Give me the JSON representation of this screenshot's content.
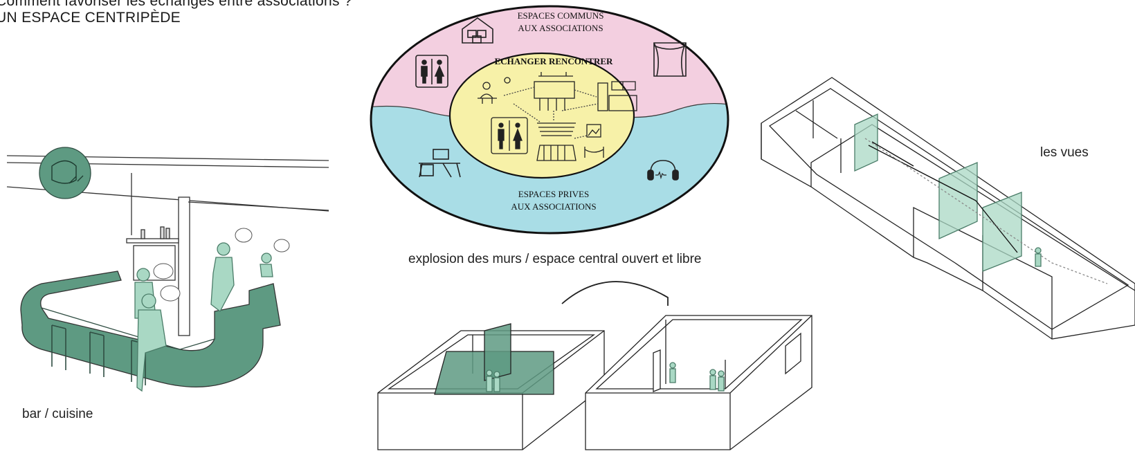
{
  "header": {
    "question": "Comment favoriser les échanges entre associations ?",
    "title": "UN ESPACE CENTRIPÈDE"
  },
  "captions": {
    "bar": "bar / cuisine",
    "explosion": "explosion des murs / espace central ouvert et libre",
    "views": "les vues"
  },
  "ellipse": {
    "top_line1": "ESPACES COMMUNS",
    "top_line2": "AUX ASSOCIATIONS",
    "center": "ECHANGER RENCONTRER",
    "bottom_line1": "ESPACES PRIVES",
    "bottom_line2": "AUX ASSOCIATIONS"
  },
  "colors": {
    "accent_green": "#5e9a82",
    "light_green": "#a9d8c4",
    "pink_zone": "#f3cfe0",
    "blue_zone": "#a9dde6",
    "yellow_zone": "#f7f1a8"
  }
}
